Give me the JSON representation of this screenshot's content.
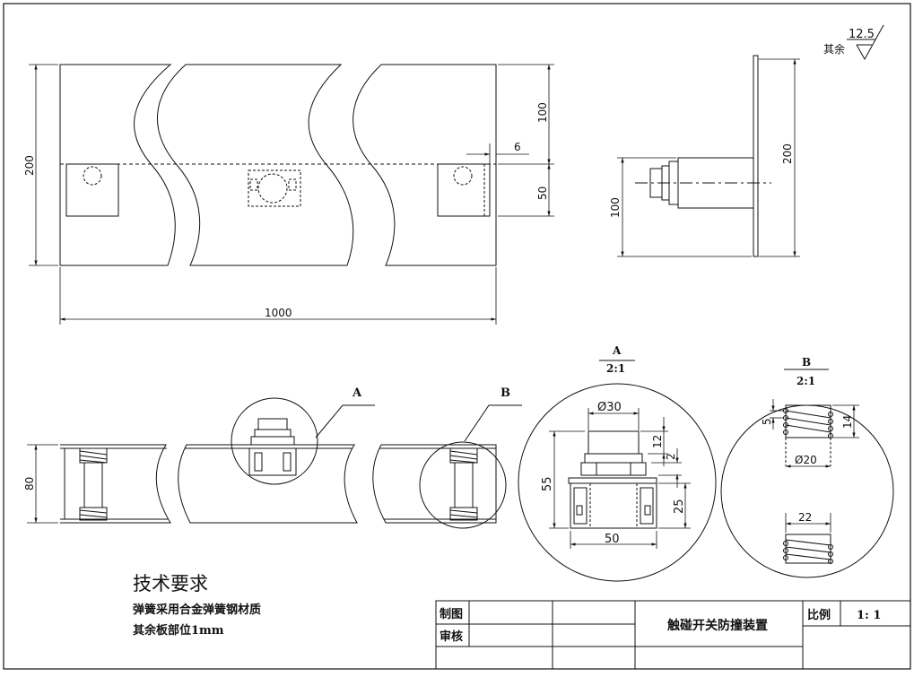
{
  "roughness": {
    "prefix": "其余",
    "value": "12.5"
  },
  "front_view": {
    "dims": {
      "total_length": "1000",
      "total_height": "200",
      "upper_height": "100",
      "lower_height": "50",
      "thickness": "6"
    }
  },
  "side_view": {
    "dims": {
      "plate_height": "200",
      "body_height": "100"
    }
  },
  "bottom_view": {
    "dims": {
      "height": "80"
    },
    "callouts": {
      "a": "A",
      "b": "B"
    }
  },
  "detail_a": {
    "label": "A",
    "scale": "2:1",
    "dims": {
      "head_dia": "Ø30",
      "head_h": "12",
      "nut_h": "2",
      "total_h": "55",
      "base_h": "25",
      "base_w": "50"
    }
  },
  "detail_b": {
    "label": "B",
    "scale": "2:1",
    "dims": {
      "pitch": "5",
      "height": "14",
      "inner_dia": "Ø20",
      "outer_dia": "22"
    }
  },
  "notes": {
    "title": "技术要求",
    "lines": [
      "弹簧采用合金弹簧钢材质",
      "其余板部位1mm"
    ]
  },
  "title_block": {
    "drawn_label": "制图",
    "review_label": "审核",
    "title": "触碰开关防撞装置",
    "scale_label": "比例",
    "scale_value": "1: 1"
  }
}
